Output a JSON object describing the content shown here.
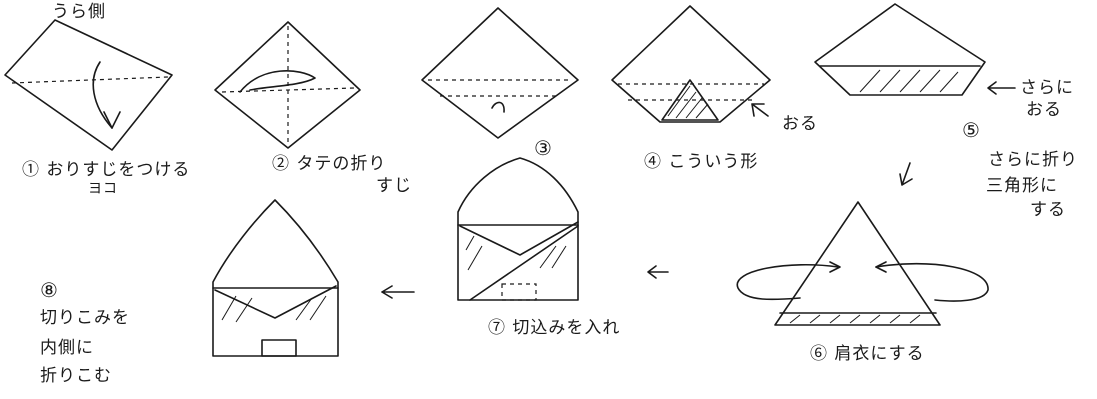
{
  "labels": {
    "ura_gawa": "うら側",
    "step1_line1": "① おりすじをつける",
    "step1_line2": "ヨコ",
    "step2_line1": "② タテの折り",
    "step2_line2": "すじ",
    "step3": "③",
    "step4": "④ こういう形",
    "oru": "おる",
    "sara_ni_line1": "さらに",
    "sara_ni_line2": "おる",
    "step5": "⑤",
    "step5_note_line1": "さらに折り",
    "step5_note_line2": "三角形に",
    "step5_note_line3": "する",
    "step6": "⑥ 肩衣にする",
    "step7": "⑦ 切込みを入れ",
    "step8_num": "⑧",
    "step8_line1": "切りこみを",
    "step8_line2": "内側に",
    "step8_line3": "折りこむ"
  }
}
